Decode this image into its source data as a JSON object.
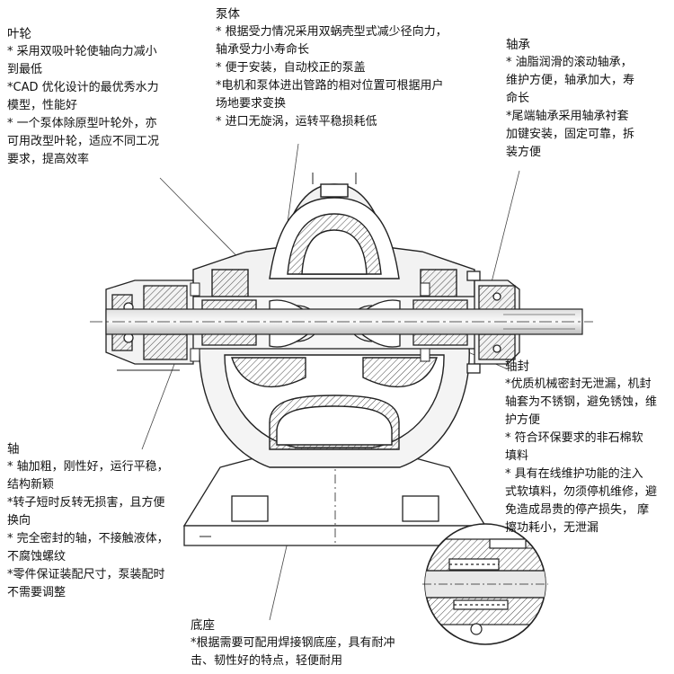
{
  "impeller": {
    "title": "叶轮",
    "lines": [
      "* 采用双吸叶轮使轴向力减小",
      "到最低",
      "*CAD 优化设计的最优秀水力",
      "模型，性能好",
      "* 一个泵体除原型叶轮外，亦",
      "可用改型叶轮，适应不同工况",
      "要求，提高效率"
    ]
  },
  "pump_body": {
    "title": "泵体",
    "lines": [
      "* 根据受力情况采用双蜗壳型式减少径向力，",
      "轴承受力小寿命长",
      "* 便于安装，自动校正的泵盖",
      "*电机和泵体进出管路的相对位置可根据用户",
      "场地要求变换",
      "* 进口无旋涡，运转平稳损耗低"
    ]
  },
  "bearing": {
    "title": "轴承",
    "lines": [
      "* 油脂润滑的滚动轴承，",
      "维护方便，轴承加大，寿",
      "命长",
      "*尾端轴承采用轴承衬套",
      "加键安装，固定可靠，拆",
      "装方便"
    ]
  },
  "seal": {
    "title": "轴封",
    "lines": [
      "*优质机械密封无泄漏，机封",
      "轴套为不锈钢，避免锈蚀，维",
      "护方便",
      "* 符合环保要求的非石棉软",
      "填料",
      "* 具有在线维护功能的注入",
      "式软填料，勿须停机维修，避",
      "免造成昂贵的停产损失， 摩",
      "擦功耗小，无泄漏"
    ]
  },
  "shaft": {
    "title": "轴",
    "lines": [
      "* 轴加粗，刚性好，运行平稳，",
      "结构新颖",
      "*转子短时反转无损害，且方便",
      "换向",
      "* 完全密封的轴，不接触液体，",
      "不腐蚀螺纹",
      "*零件保证装配尺寸，泵装配时",
      "不需要调整"
    ]
  },
  "base": {
    "title": "底座",
    "lines": [
      "*根据需要可配用焊接钢底座，具有耐冲",
      "击、韧性好的特点，轻便耐用"
    ]
  }
}
